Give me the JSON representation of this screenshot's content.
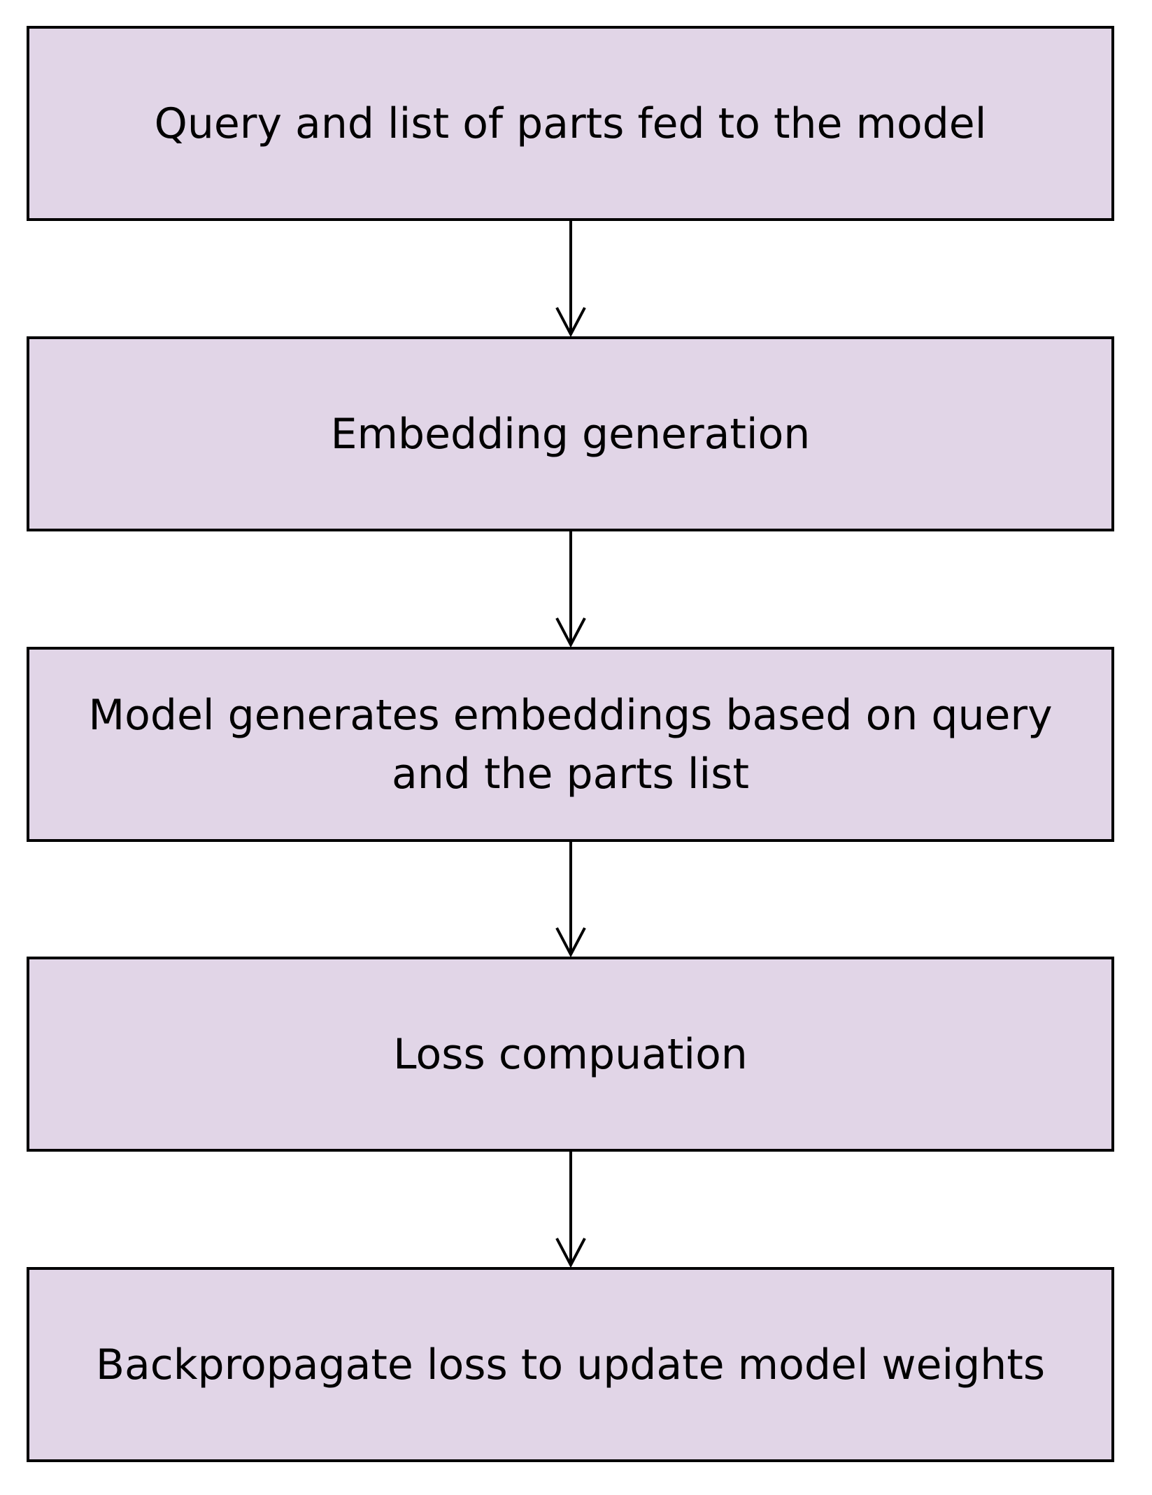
{
  "flowchart": {
    "steps": [
      {
        "label": "Query and list of parts fed to the model"
      },
      {
        "label": "Embedding generation"
      },
      {
        "label": "Model generates embeddings based on query and the parts list"
      },
      {
        "label": "Loss compuation"
      },
      {
        "label": "Backpropagate loss to update model weights"
      }
    ]
  },
  "colors": {
    "box_fill": "#e1d5e7",
    "box_border": "#000000",
    "arrow": "#000000"
  }
}
